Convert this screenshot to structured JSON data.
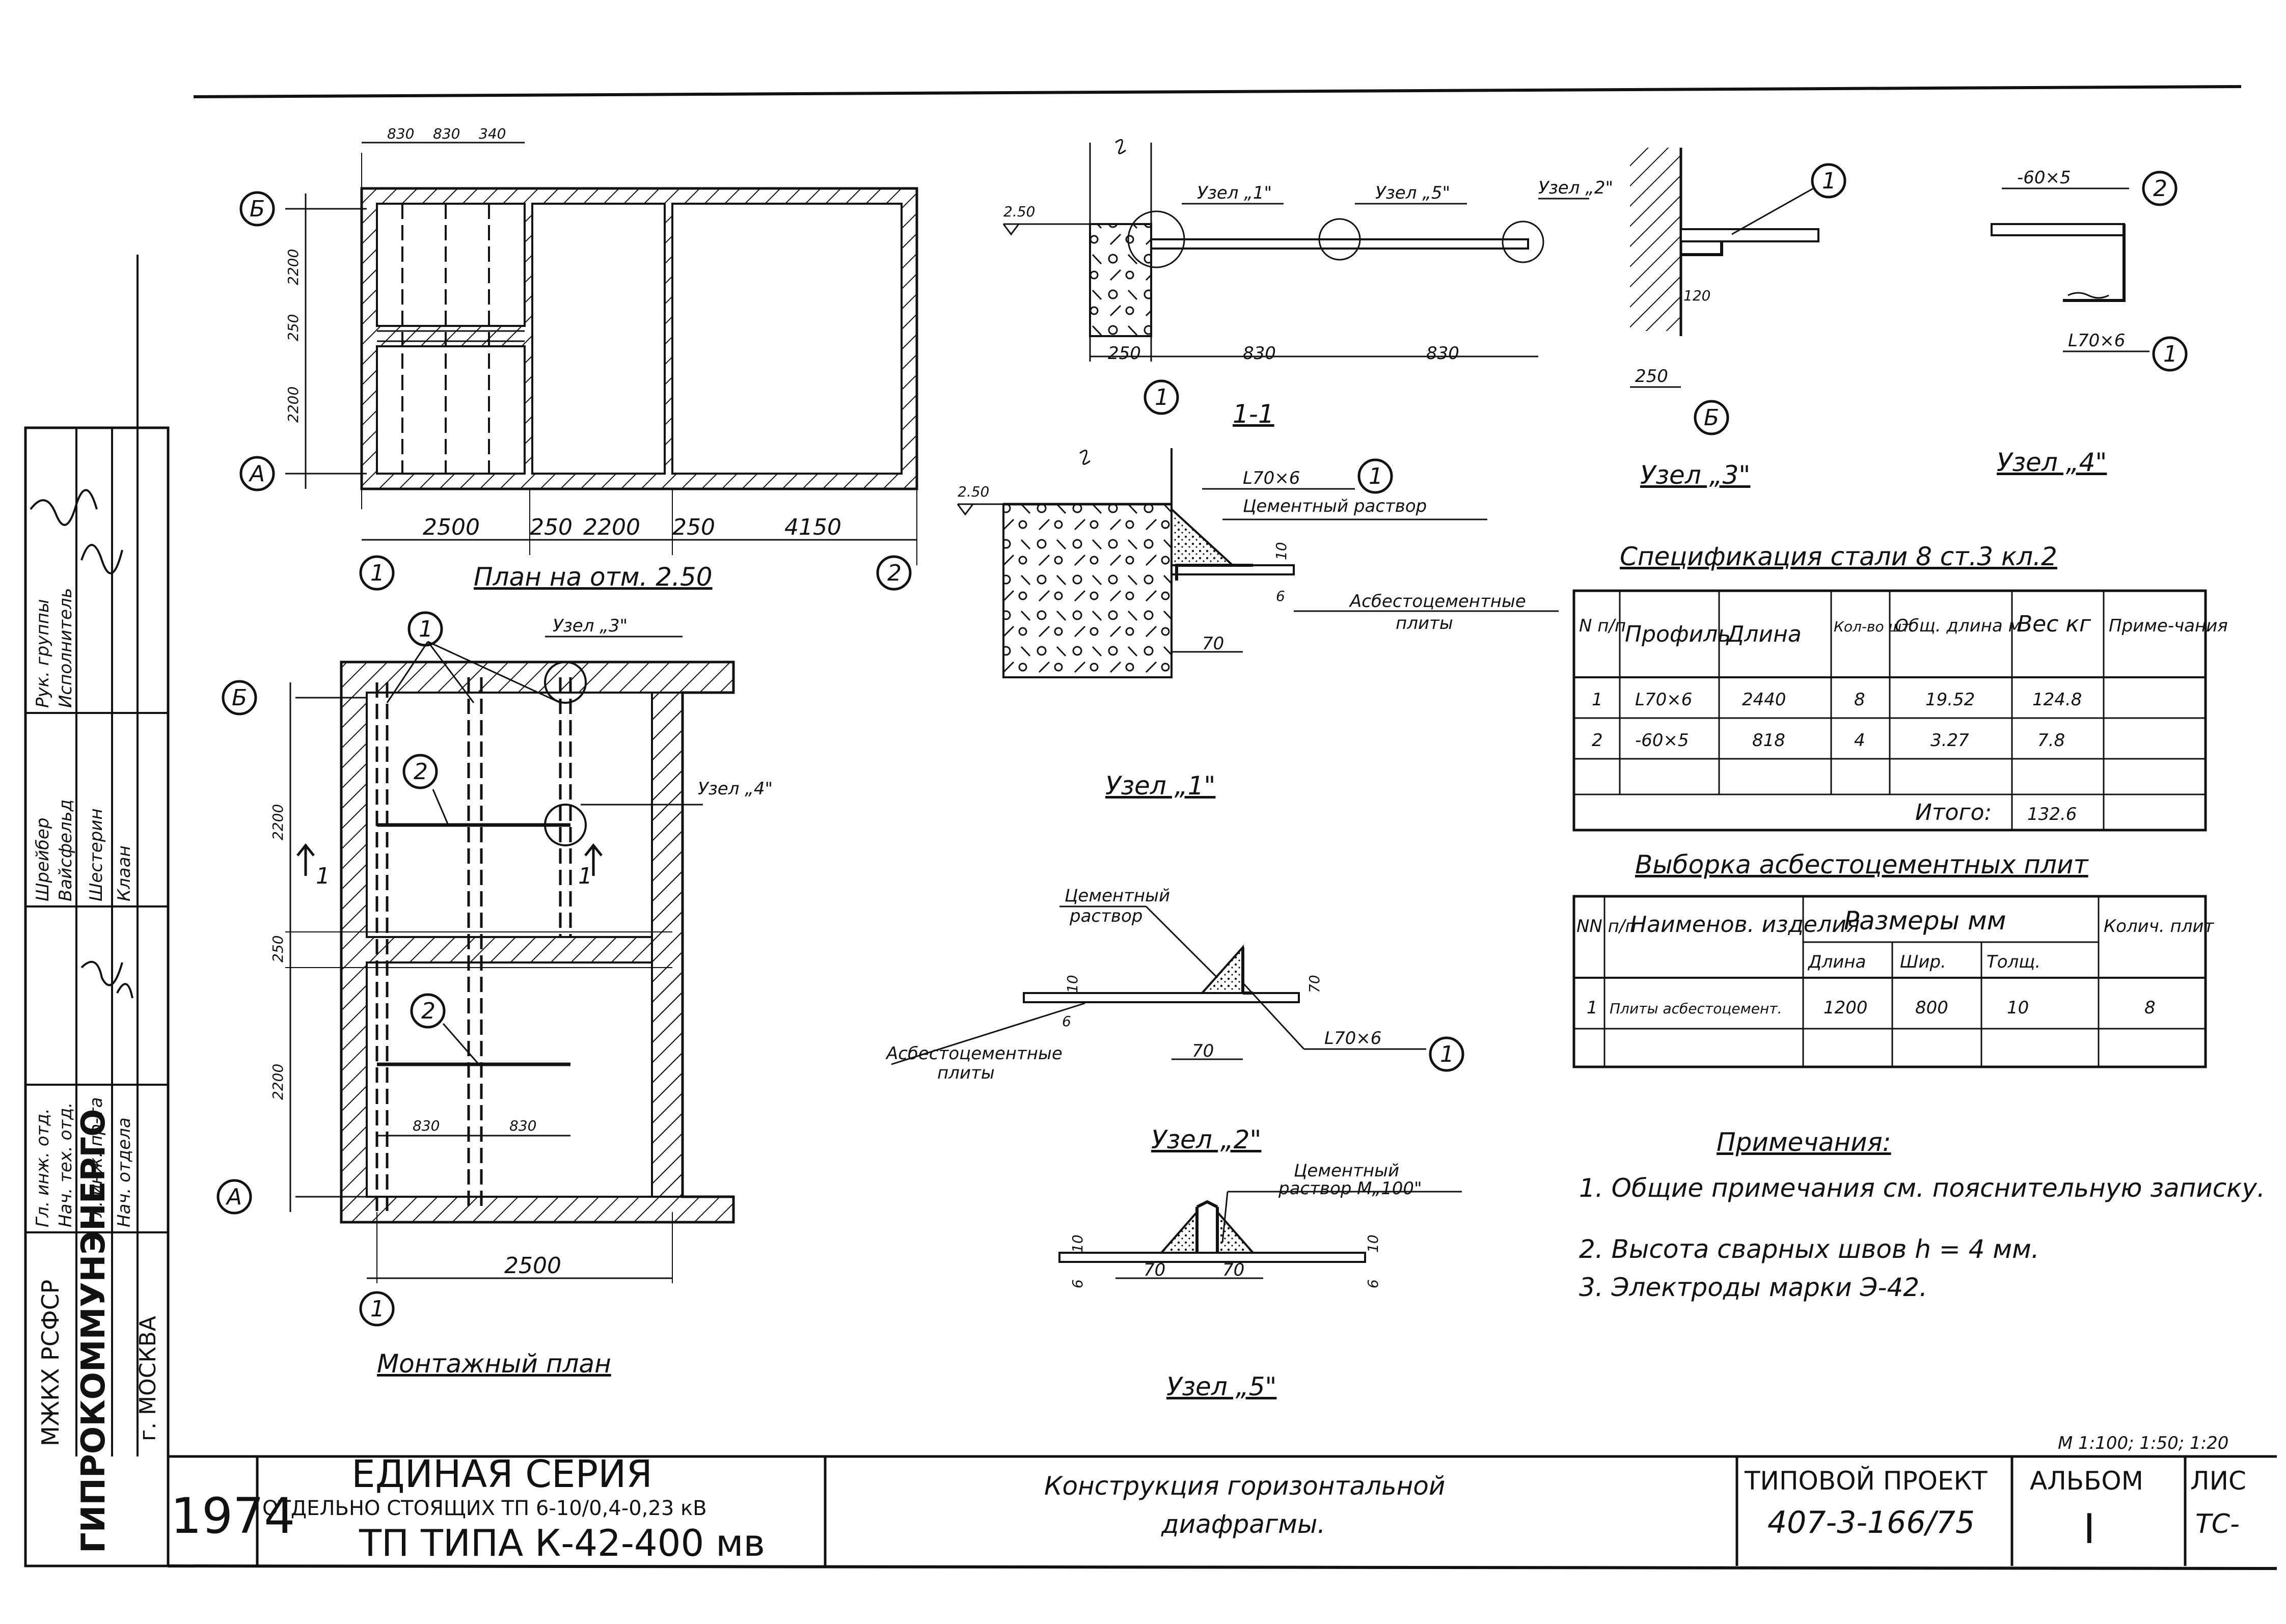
{
  "drawing": {
    "plan_title": "План на отм. 2.50",
    "mount_title": "Монтажный план",
    "section_title": "1-1",
    "node1_title": "Узел „1\"",
    "node2_title": "Узел „2\"",
    "node3_title": "Узел „3\"",
    "node4_title": "Узел „4\"",
    "node5_title": "Узел „5\"",
    "axis_B": "Б",
    "axis_A": "А",
    "axis_1": "1",
    "axis_2": "2",
    "mark_1": "1",
    "mark_2": "2",
    "sec_mark": "1",
    "dim_830": "830",
    "dim_340": "340",
    "dim_2200": "2200",
    "dim_250": "250",
    "dim_2500": "2500",
    "dim_4150": "4150",
    "dim_70": "70",
    "dim_10": "10",
    "dim_6": "6",
    "dim_120": "120",
    "elev_250": "2.50",
    "call_node1": "Узел „1\"",
    "call_node5": "Узел „5\"",
    "call_node2": "Узел „2\"",
    "call_node3": "Узел „3\"",
    "call_node4": "Узел „4\"",
    "angle_70x6": "L70×6",
    "strip_60x5": "-60×5",
    "cement": "Цементный раствор",
    "cement_a": "Цементный",
    "cement_b": "раствор",
    "cement_m100": "раствор М„100\"",
    "asbestos_a": "Асбестоцементные",
    "asbestos_b": "плиты"
  },
  "spec": {
    "title": "Спецификация стали 8 ст.3 кл.2",
    "headers": [
      "N п/п",
      "Профиль",
      "Длина",
      "Кол-во шт.",
      "Общ. длина м",
      "Вес кг",
      "Приме-чания"
    ],
    "rows": [
      [
        "1",
        "L70×6",
        "2440",
        "8",
        "19.52",
        "124.8",
        ""
      ],
      [
        "2",
        "-60×5",
        "818",
        "4",
        "3.27",
        "7.8",
        ""
      ]
    ],
    "total_label": "Итого:",
    "total_value": "132.6"
  },
  "plates": {
    "title": "Выборка асбестоцементных плит",
    "h_nn": "NN п/п",
    "h_name": "Наименов. изделия",
    "h_sizes": "Размеры мм",
    "h_len": "Длина",
    "h_wid": "Шир.",
    "h_thk": "Толщ.",
    "h_qty": "Колич. плит",
    "row": [
      "1",
      "Плиты асбестоцемент.",
      "1200",
      "800",
      "10",
      "8"
    ]
  },
  "notes": {
    "title": "Примечания:",
    "items": [
      "1. Общие примечания см. пояснительную записку.",
      "2. Высота сварных швов h = 4 мм.",
      "3. Электроды марки Э-42."
    ]
  },
  "stamp": {
    "year": "1974",
    "series_title": "ЕДИНАЯ СЕРИЯ",
    "series_sub": "ОТДЕЛЬНО СТОЯЩИХ ТП 6-10/0,4-0,23 кВ",
    "series_type": "ТП ТИПА К-42-400 мв",
    "name_line1": "Конструкция горизонтальной",
    "name_line2": "диафрагмы.",
    "project_label": "ТИПОВОЙ ПРОЕКТ",
    "project_no": "407-3-166/75",
    "album_label": "АЛЬБОМ",
    "album_no": "I",
    "sheet_label": "ЛИС",
    "sheet_no": "ТС-",
    "scale": "М 1:100; 1:50; 1:20",
    "org1": "МЖКХ РСФСР",
    "org2": "ГИПРОКОММУНЭНЕРГО",
    "org3": "г. МОСКВА",
    "roles": [
      "Рук. группы",
      "Исполнитель",
      "Шрейбер",
      "Вайсфельд",
      "Шестерин",
      "Клаан",
      "Гл. инж. отд.",
      "Нач. тех. отд.",
      "Гл. инж. пр-та",
      "Нач. отдела"
    ]
  }
}
